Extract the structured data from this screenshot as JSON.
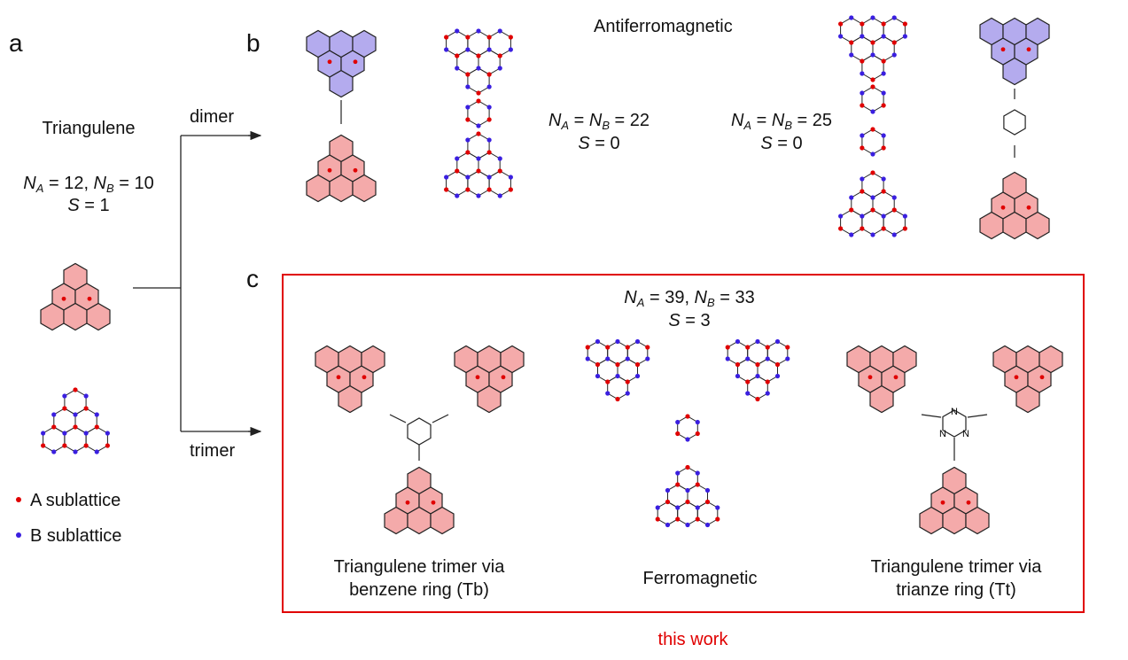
{
  "panels": {
    "a": "a",
    "b": "b",
    "c": "c"
  },
  "panel_a": {
    "title": "Triangulene",
    "na_label": "N",
    "na_sub": "A",
    "na_value": " = 12, ",
    "nb_label": "N",
    "nb_sub": "B",
    "nb_value": " = 10",
    "s_label": "S",
    "s_value": " = 1",
    "legend": [
      {
        "label": "A sublattice",
        "color": "#e00000"
      },
      {
        "label": "B sublattice",
        "color": "#3a1fe0"
      }
    ]
  },
  "arrows": {
    "dimer": "dimer",
    "trimer": "trimer"
  },
  "panel_b": {
    "title": "Antiferromagnetic",
    "left": {
      "n_label": "N",
      "a_sub": "A",
      "eq": " = ",
      "b_sub": "B",
      "value": " = 22",
      "s_label": "S",
      "s_value": " = 0"
    },
    "right": {
      "n_label": "N",
      "a_sub": "A",
      "eq": " = ",
      "b_sub": "B",
      "value": " = 25",
      "s_label": "S",
      "s_value": " = 0"
    }
  },
  "panel_c": {
    "na_label": "N",
    "na_sub": "A",
    "na_value": " = 39, ",
    "nb_label": "N",
    "nb_sub": "B",
    "nb_value": " = 33",
    "s_label": "S",
    "s_value": " = 3",
    "caption_left_1": "Triangulene trimer via",
    "caption_left_2": "benzene ring (Tb)",
    "caption_mid": "Ferromagnetic",
    "caption_right_1": "Triangulene trimer via",
    "caption_right_2": "trianze ring (Tt)",
    "footer": "this work",
    "triazine_atom": "N"
  },
  "colors": {
    "a_sublattice": "#e00000",
    "b_sublattice": "#3a1fe0",
    "pink_fill": "#f4aaaa",
    "blue_fill": "#b4abee",
    "highlight_box": "#e00000"
  }
}
